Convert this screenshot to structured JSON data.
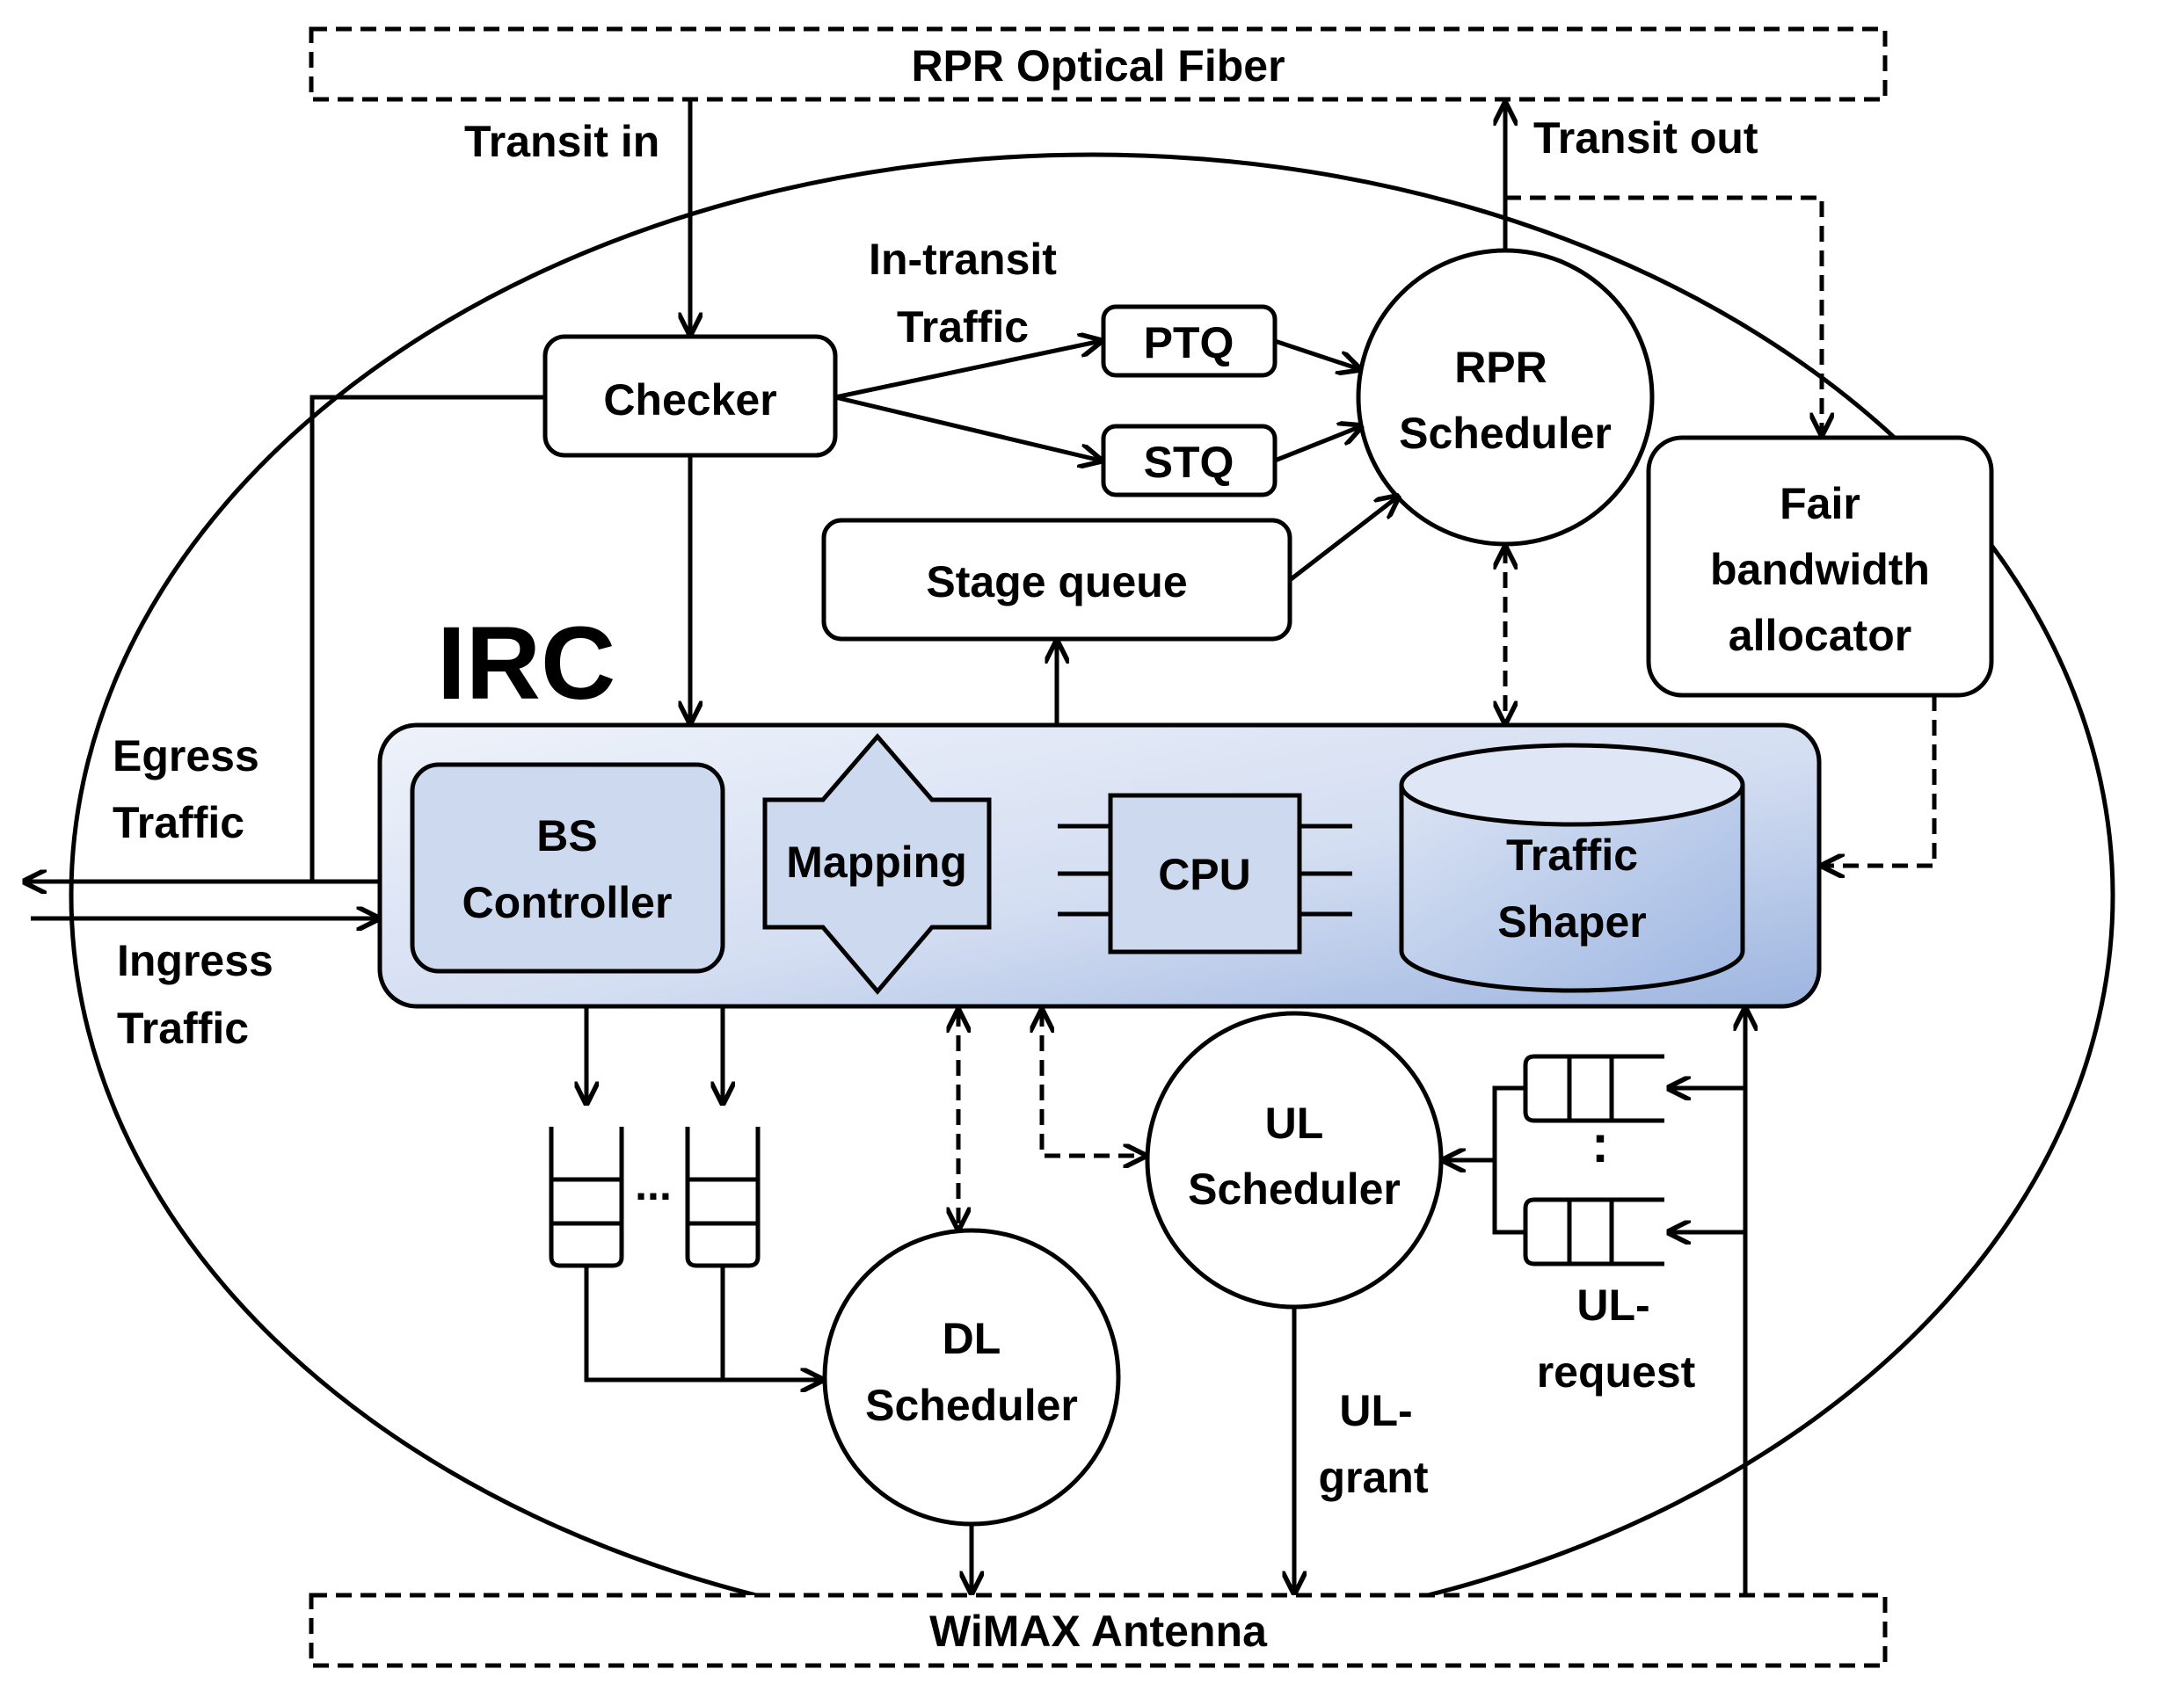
{
  "labels": {
    "rpr_optical_fiber": "RPR Optical Fiber",
    "wimax_antenna": "WiMAX Antenna",
    "transit_in": "Transit in",
    "transit_out": "Transit out",
    "in_transit_line1": "In-transit",
    "in_transit_line2": "Traffic",
    "checker": "Checker",
    "ptq": "PTQ",
    "stq": "STQ",
    "stage_queue": "Stage queue",
    "rpr_scheduler_line1": "RPR",
    "rpr_scheduler_line2": "Scheduler",
    "fair_bw_line1": "Fair",
    "fair_bw_line2": "bandwidth",
    "fair_bw_line3": "allocator",
    "irc": "IRC",
    "egress_line1": "Egress",
    "egress_line2": "Traffic",
    "ingress_line1": "Ingress",
    "ingress_line2": "Traffic",
    "bs_controller_line1": "BS",
    "bs_controller_line2": "Controller",
    "mapping": "Mapping",
    "cpu": "CPU",
    "traffic_shaper_line1": "Traffic",
    "traffic_shaper_line2": "Shaper",
    "dl_queue_dots": "...",
    "ul_queue_dots": ":",
    "dl_scheduler_line1": "DL",
    "dl_scheduler_line2": "Scheduler",
    "ul_scheduler_line1": "UL",
    "ul_scheduler_line2": "Scheduler",
    "ul_grant_line1": "UL-",
    "ul_grant_line2": "grant",
    "ul_request_line1": "UL-",
    "ul_request_line2": "request"
  },
  "colors": {
    "ink": "#000000",
    "irc_fill_light": "#eef2fa",
    "irc_fill_dark": "#9db5e0",
    "component_fill": "#cdd9ef"
  }
}
